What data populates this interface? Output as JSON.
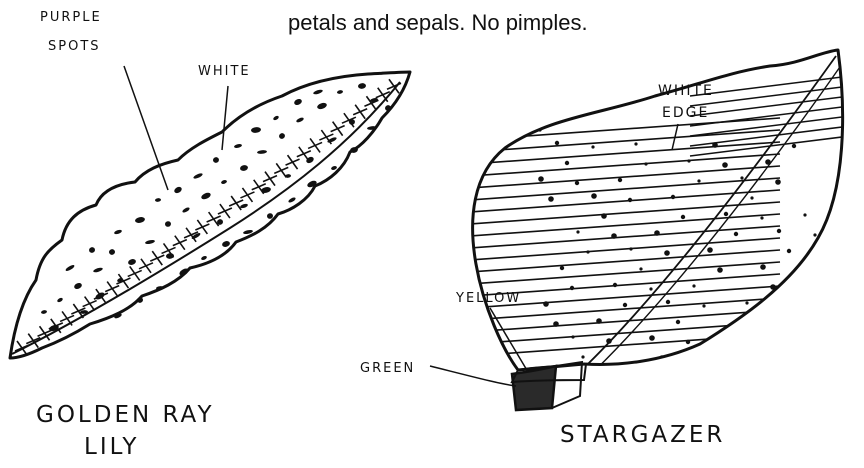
{
  "caption": "petals and sepals. No pimples.",
  "left_figure": {
    "title_line1": "GOLDEN RAY",
    "title_line2": "LILY",
    "label_spots_line1": "PURPLE",
    "label_spots_line2": "SPOTS",
    "label_white": "WHITE"
  },
  "right_figure": {
    "title": "STARGAZER",
    "label_edge_line1": "WHITE",
    "label_edge_line2": "EDGE",
    "label_yellow": "YELLOW",
    "label_green": "GREEN"
  }
}
